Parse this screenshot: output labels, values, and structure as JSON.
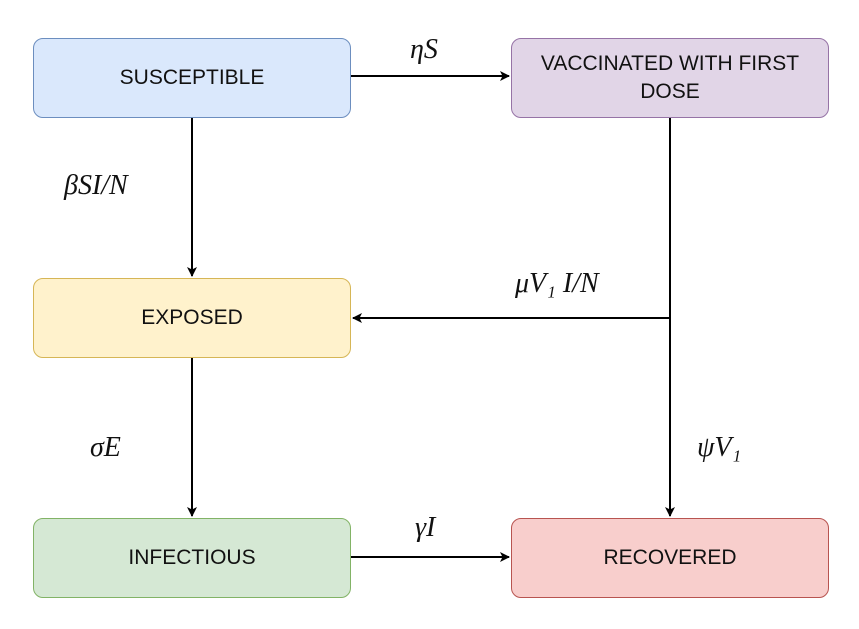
{
  "nodes": {
    "susceptible": "SUSCEPTIBLE",
    "vaccinated": "VACCINATED WITH FIRST DOSE",
    "exposed": "EXPOSED",
    "infectious": "INFECTIOUS",
    "recovered": "RECOVERED"
  },
  "edges": {
    "susceptible_to_vaccinated": "ηS",
    "susceptible_to_exposed": "βSI/N",
    "vaccinated_to_exposed": "μV₁ I/N",
    "exposed_to_infectious": "σE",
    "vaccinated_to_recovered": "ψV₁",
    "infectious_to_recovered": "γI"
  },
  "colors": {
    "susceptible_fill": "#dae8fc",
    "susceptible_stroke": "#6c8ebf",
    "vaccinated_fill": "#e1d5e7",
    "vaccinated_stroke": "#9673a6",
    "exposed_fill": "#fff2cc",
    "exposed_stroke": "#d6b656",
    "infectious_fill": "#d5e8d4",
    "infectious_stroke": "#82b366",
    "recovered_fill": "#f8cecc",
    "recovered_stroke": "#b85450",
    "edge": "#000000"
  }
}
